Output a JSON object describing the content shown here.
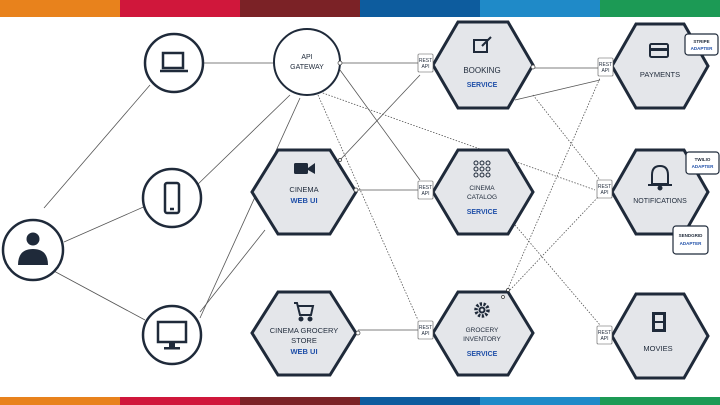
{
  "colors": {
    "top_bar": [
      "#e8821c",
      "#d0173b",
      "#7b2226",
      "#0d5c9e",
      "#1f8ac8",
      "#1c9a55"
    ],
    "bottom_bar": [
      "#e8821c",
      "#d0173b",
      "#7b2226",
      "#0d5c9e",
      "#1f8ac8",
      "#1c9a55"
    ],
    "node_border": "#1f2a3a",
    "hex_fill": "#e4e6ea",
    "service_text": "#1f4fa8"
  },
  "nodes": {
    "desktop_client": {
      "icon": "desktop-icon"
    },
    "mobile_client": {
      "icon": "phone-icon"
    },
    "monitor_client": {
      "icon": "monitor-icon"
    },
    "user": {
      "icon": "user-icon"
    },
    "api_gateway": {
      "line1": "API",
      "line2": "GATEWAY"
    },
    "cinema_web_ui": {
      "icon": "video-camera-icon",
      "line1": "CINEMA",
      "line2": "WEB UI"
    },
    "grocery_web_ui": {
      "icon": "cart-icon",
      "line1": "CINEMA GROCERY",
      "line2": "STORE",
      "line3": "WEB UI"
    },
    "booking": {
      "icon": "edit-icon",
      "line1": "BOOKING",
      "line2": "SERVICE"
    },
    "catalog": {
      "icon": "grid-dots-icon",
      "line1": "CINEMA",
      "line2": "CATALOG",
      "line3": "SERVICE"
    },
    "inventory": {
      "icon": "gear-icon",
      "line1": "GROCERY",
      "line2": "INVENTORY",
      "line3": "SERVICE"
    },
    "payments": {
      "icon": "credit-card-icon",
      "line1": "PAYMENTS"
    },
    "notifications": {
      "icon": "bell-icon",
      "line1": "NOTIFICATIONS"
    },
    "movies": {
      "icon": "film-icon",
      "line1": "MOVIES"
    }
  },
  "rest_api_labels": {
    "line1": "REST",
    "line2": "API"
  },
  "adapters": {
    "stripe": {
      "line1": "STRIPE",
      "line2": "ADAPTER"
    },
    "twilio": {
      "line1": "TWILIO",
      "line2": "ADAPTER"
    },
    "sendgrid": {
      "line1": "SENDGRID",
      "line2": "ADAPTER"
    }
  }
}
